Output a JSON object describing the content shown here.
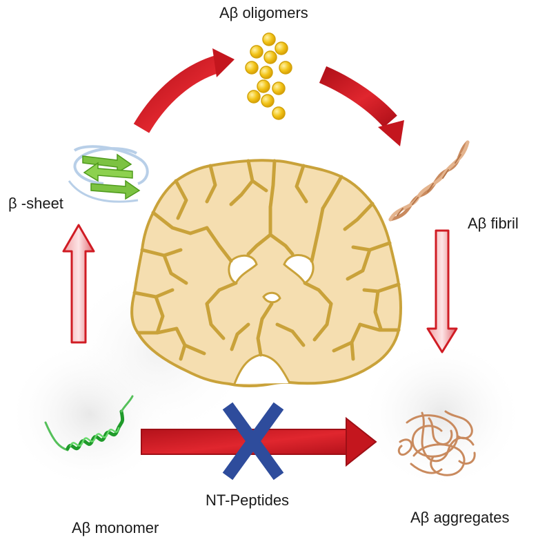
{
  "labels": {
    "oligomers": "Aβ oligomers",
    "beta_sheet": "β -sheet",
    "fibril": "Aβ fibril",
    "monomer": "Aβ monomer",
    "aggregates": "Aβ aggregates",
    "nt_peptides": "NT-Peptides"
  },
  "colors": {
    "arrow_red": "#d01c24",
    "arrow_dark": "#9e0f16",
    "brain_fill": "#f5deb0",
    "brain_outline": "#c9a23a",
    "oligomer_gold": "#f2c418",
    "sheet_green": "#7cc242",
    "fibril_tan": "#c98a5e",
    "monomer_green": "#2ca02c",
    "blocker_blue": "#2e4c9c"
  }
}
